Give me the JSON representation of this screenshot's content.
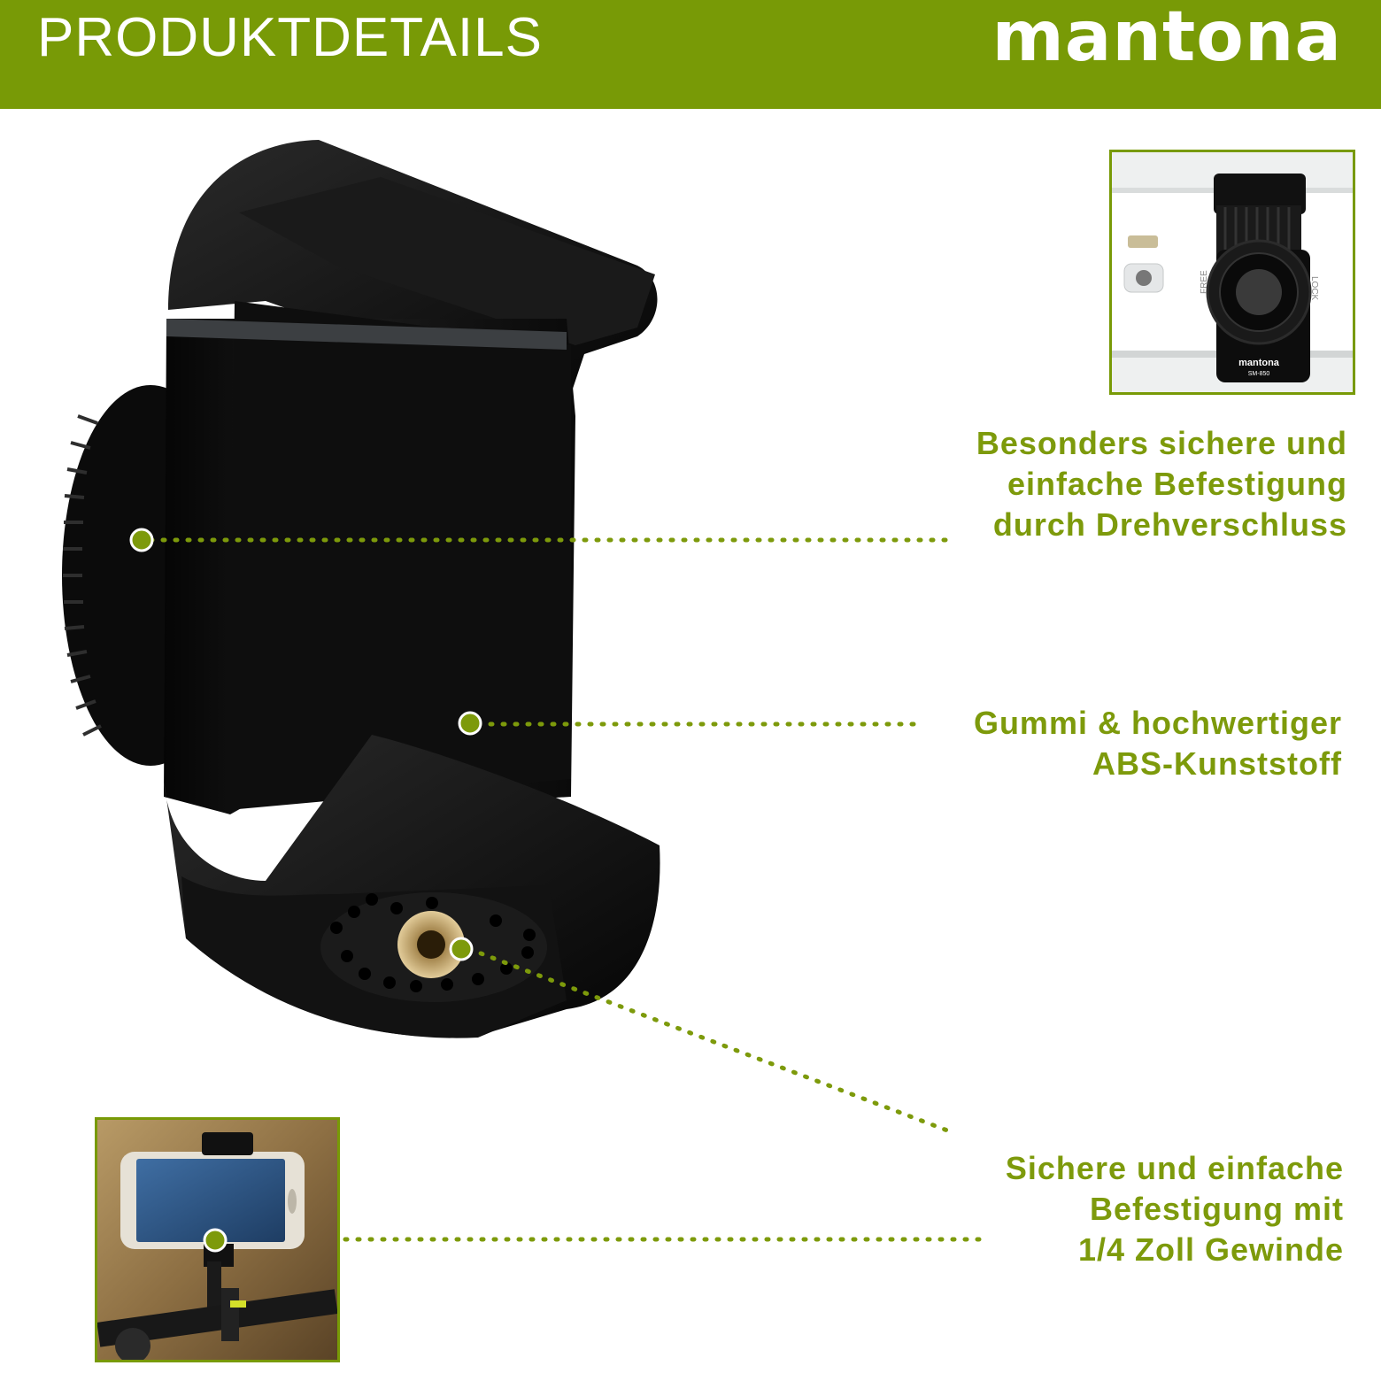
{
  "header": {
    "title": "PRODUKTDETAILS",
    "brand": "mantona"
  },
  "features": [
    {
      "lines": [
        "Besonders sichere und",
        "einfache Befestigung",
        "durch Drehverschluss"
      ]
    },
    {
      "lines": [
        "Gummi & hochwertiger",
        "ABS-Kunststoff"
      ]
    },
    {
      "lines": [
        "Sichere und einfache",
        "Befestigung mit",
        "1/4 Zoll Gewinde"
      ]
    }
  ],
  "inset_top": {
    "product_brand": "mantona",
    "model": "SM-850",
    "label_left": "FREE",
    "label_right": "LOCK"
  },
  "colors": {
    "accent": "#789a06",
    "text_green": "#7d9a0b",
    "product": "#111111"
  }
}
